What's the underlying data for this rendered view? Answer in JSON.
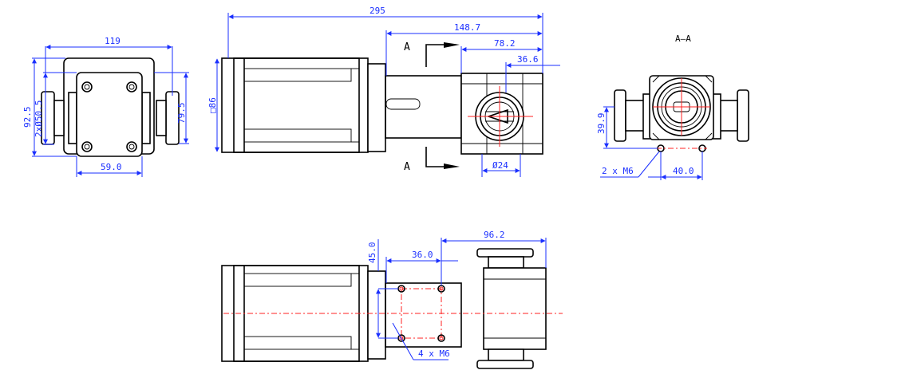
{
  "views": {
    "left": {
      "dim_width": "119",
      "dim_height": "92.5",
      "dim_flange_dia": "2xØ50.5",
      "dim_body_height": "79.5",
      "dim_hole_spacing": "59.0"
    },
    "front": {
      "dim_overall": "295",
      "dim_to_body": "148.7",
      "dim_body": "78.2",
      "dim_port": "36.6",
      "dim_square": "□86",
      "dim_port_dia": "Ø24",
      "section_mark_top": "A",
      "section_mark_bottom": "A"
    },
    "section": {
      "title": "A—A",
      "dim_height": "39.9",
      "dim_hole_spacing": "40.0",
      "callout_holes": "2 x M6"
    },
    "top": {
      "dim_offset": "45.0",
      "dim_hole_spacing": "36.0",
      "dim_body": "96.2",
      "callout_holes": "4 x M6"
    }
  },
  "colors": {
    "outline": "#000000",
    "dimension": "#1a2fff",
    "centerline": "#ff2020"
  }
}
